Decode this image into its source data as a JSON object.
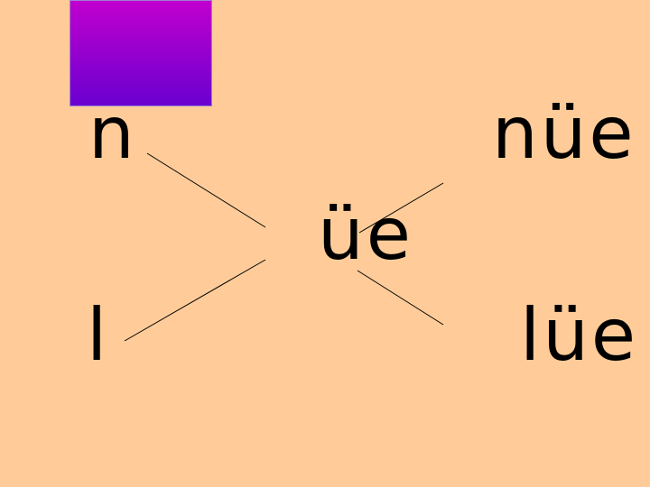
{
  "initials": {
    "n": "n",
    "l": "l"
  },
  "final": "üe",
  "syllables": {
    "nue": "nüe",
    "lue": "lüe"
  },
  "colors": {
    "background": "#FFCC99",
    "swatch_top": "#C100CE",
    "swatch_bottom": "#6A00CF",
    "text": "#000000"
  }
}
